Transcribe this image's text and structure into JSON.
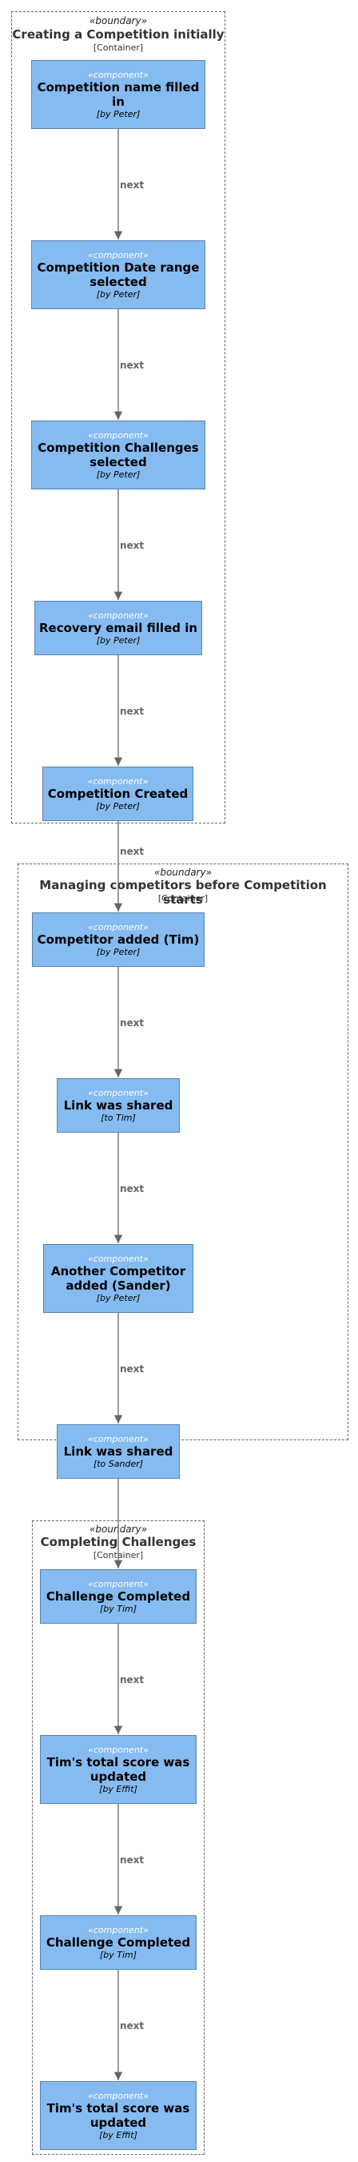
{
  "boundaries": [
    {
      "stereotype": "«boundary»",
      "title": "Creating a Competition initially",
      "type": "[Container]"
    },
    {
      "stereotype": "«boundary»",
      "title": "Managing competitors before Competition starts",
      "type": "[Container]"
    },
    {
      "stereotype": "«boundary»",
      "title": "Completing Challenges",
      "type": "[Container]"
    }
  ],
  "nodes": [
    {
      "stereotype": "«component»",
      "title": "Competition name filled in",
      "desc": "[by Peter]"
    },
    {
      "stereotype": "«component»",
      "title": "Competition Date range selected",
      "desc": "[by Peter]"
    },
    {
      "stereotype": "«component»",
      "title": "Competition Challenges selected",
      "desc": "[by Peter]"
    },
    {
      "stereotype": "«component»",
      "title": "Recovery email filled in",
      "desc": "[by Peter]"
    },
    {
      "stereotype": "«component»",
      "title": "Competition Created",
      "desc": "[by Peter]"
    },
    {
      "stereotype": "«component»",
      "title": "Competitor added (Tim)",
      "desc": "[by Peter]"
    },
    {
      "stereotype": "«component»",
      "title": "Link was shared",
      "desc": "[to Tim]"
    },
    {
      "stereotype": "«component»",
      "title": "Another Competitor added (Sander)",
      "desc": "[by Peter]"
    },
    {
      "stereotype": "«component»",
      "title": "Link was shared",
      "desc": "[to Sander]"
    },
    {
      "stereotype": "«component»",
      "title": "Challenge Completed",
      "desc": "[by Tim]"
    },
    {
      "stereotype": "«component»",
      "title": "Tim's total score was updated",
      "desc": "[by Effit]"
    },
    {
      "stereotype": "«component»",
      "title": "Challenge Completed",
      "desc": "[by Tim]"
    },
    {
      "stereotype": "«component»",
      "title": "Tim's total score was updated",
      "desc": "[by Effit]"
    }
  ],
  "edges": [
    {
      "label": "next"
    },
    {
      "label": "next"
    },
    {
      "label": "next"
    },
    {
      "label": "next"
    },
    {
      "label": "next"
    },
    {
      "label": "next"
    },
    {
      "label": "next"
    },
    {
      "label": "next"
    },
    {
      "label": "next"
    },
    {
      "label": "next"
    },
    {
      "label": "next"
    },
    {
      "label": "next"
    }
  ],
  "colors": {
    "node_fill": "#85bbf0",
    "node_border": "#5d82a8",
    "edge": "#666666",
    "boundary": "#666666"
  }
}
